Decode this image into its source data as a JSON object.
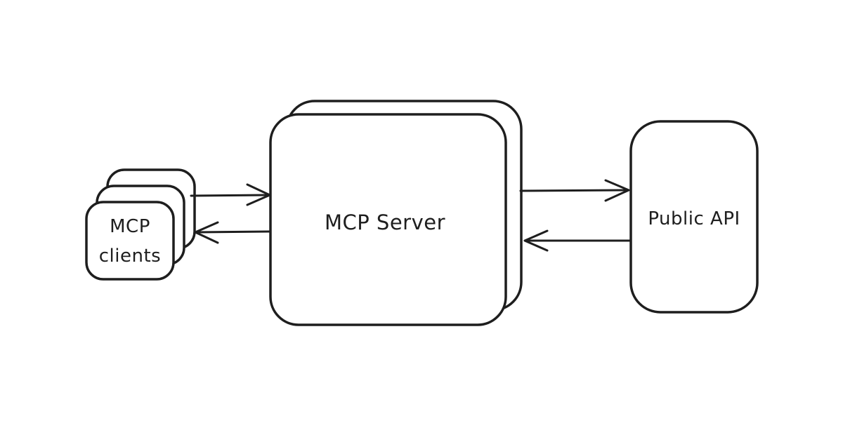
{
  "diagram": {
    "background_color": "#ffffff",
    "stroke_color": "#1e1e1e",
    "style": "hand-drawn sketch",
    "nodes": {
      "mcp_clients": {
        "label_lines": [
          "MCP",
          "clients"
        ],
        "shape": "stacked-rounded-cards",
        "card_count": 3
      },
      "mcp_server": {
        "label": "MCP Server",
        "shape": "double-rounded-rect",
        "layer_count": 2
      },
      "public_api": {
        "label": "Public API",
        "shape": "rounded-rect"
      }
    },
    "edges": [
      {
        "from": "mcp_clients",
        "to": "mcp_server",
        "arrow": "right"
      },
      {
        "from": "mcp_server",
        "to": "mcp_clients",
        "arrow": "left"
      },
      {
        "from": "mcp_server",
        "to": "public_api",
        "arrow": "right"
      },
      {
        "from": "public_api",
        "to": "mcp_server",
        "arrow": "left"
      }
    ]
  }
}
